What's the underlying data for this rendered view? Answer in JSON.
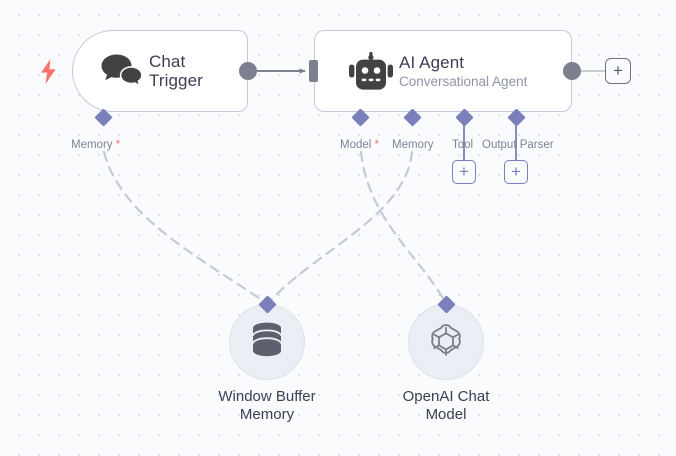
{
  "canvas": {
    "background_color": "#fafbfc",
    "dot_color": "#dcdfee",
    "accent_color": "#7b7fbb",
    "required_marker_color": "#fa7268",
    "node_border_color": "#c4c9dd",
    "port_color": "#7d808f"
  },
  "nodes": [
    {
      "id": "chat-trigger",
      "title": "Chat",
      "title2": "Trigger",
      "subtitle": "",
      "icon": "chat-bubbles-icon",
      "shape": "trigger",
      "trigger_icon": "lightning-bolt-icon"
    },
    {
      "id": "ai-agent",
      "title": "AI Agent",
      "subtitle": "Conversational Agent",
      "icon": "robot-icon",
      "shape": "rect"
    },
    {
      "id": "window-buffer-memory",
      "label": "Window Buffer\nMemory",
      "icon": "database-icon",
      "shape": "circle"
    },
    {
      "id": "openai-chat-model",
      "label": "OpenAI Chat\nModel",
      "icon": "openai-icon",
      "shape": "circle"
    }
  ],
  "ports": {
    "chat_trigger": [
      {
        "name": "memory",
        "label": "Memory",
        "required": true
      }
    ],
    "ai_agent": [
      {
        "name": "model",
        "label": "Model",
        "required": true
      },
      {
        "name": "memory",
        "label": "Memory",
        "required": false
      },
      {
        "name": "tool",
        "label": "Tool",
        "required": false
      },
      {
        "name": "output-parser",
        "label": "Output Parser",
        "required": false
      }
    ]
  },
  "buttons": {
    "add_tool": "+",
    "add_output_parser": "+",
    "add_next_node": "+"
  }
}
